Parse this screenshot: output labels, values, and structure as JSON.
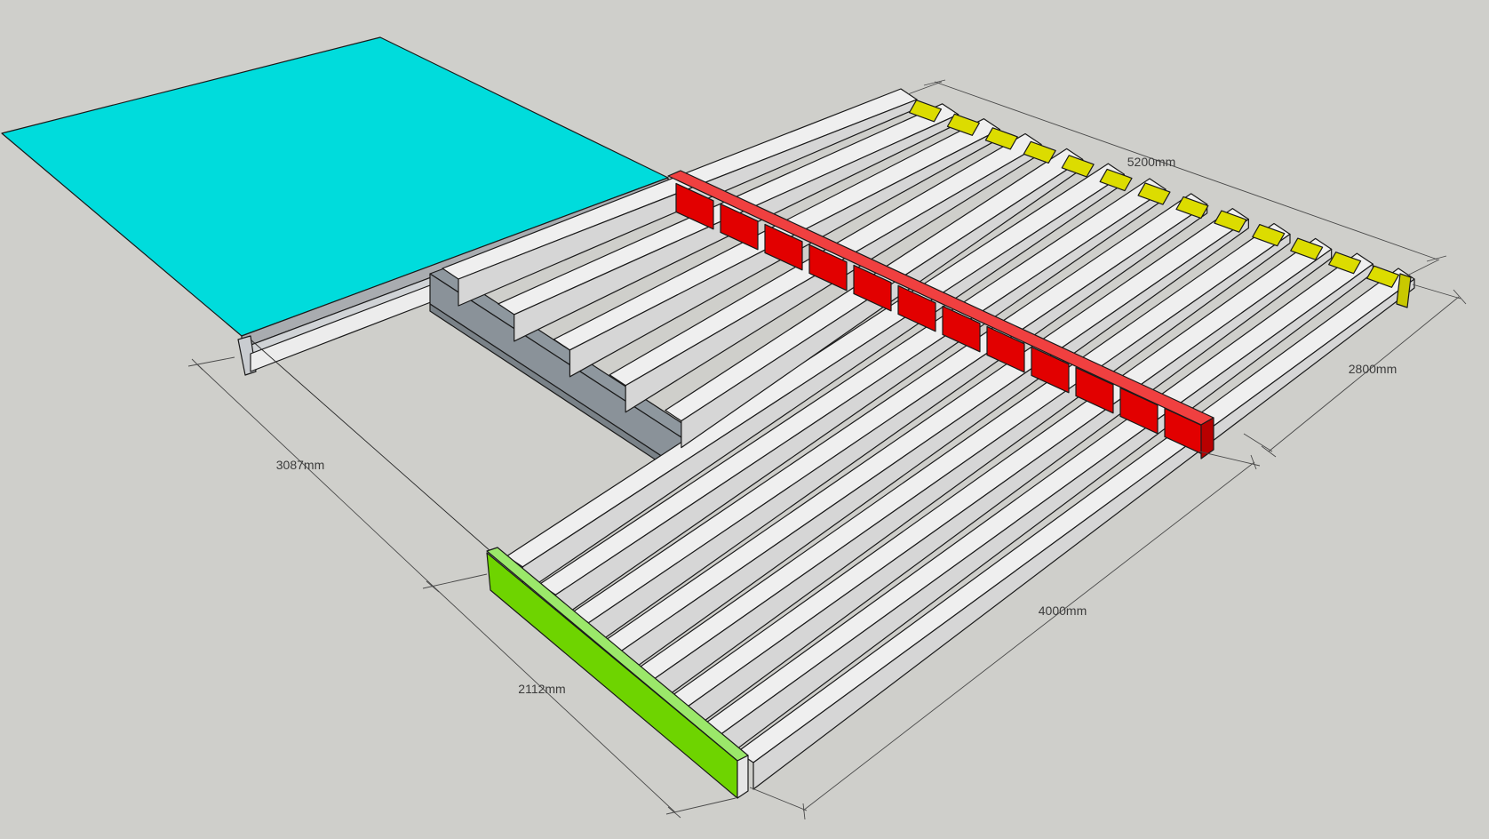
{
  "dimensions": {
    "top_length": "5200mm",
    "right_width": "2800mm",
    "left_depth": "3087mm",
    "bottom_length": "4000mm",
    "bottom_width": "2112mm"
  },
  "colors": {
    "background": "#cfcfcb",
    "deck": "#00dcdc",
    "header_beam": "#e20000",
    "end_blocks": "#dcdc00",
    "rim_beam": "#6ed400",
    "bearer": "#8a9299",
    "joist_top": "#efefef",
    "joist_side": "#d6d6d6"
  }
}
